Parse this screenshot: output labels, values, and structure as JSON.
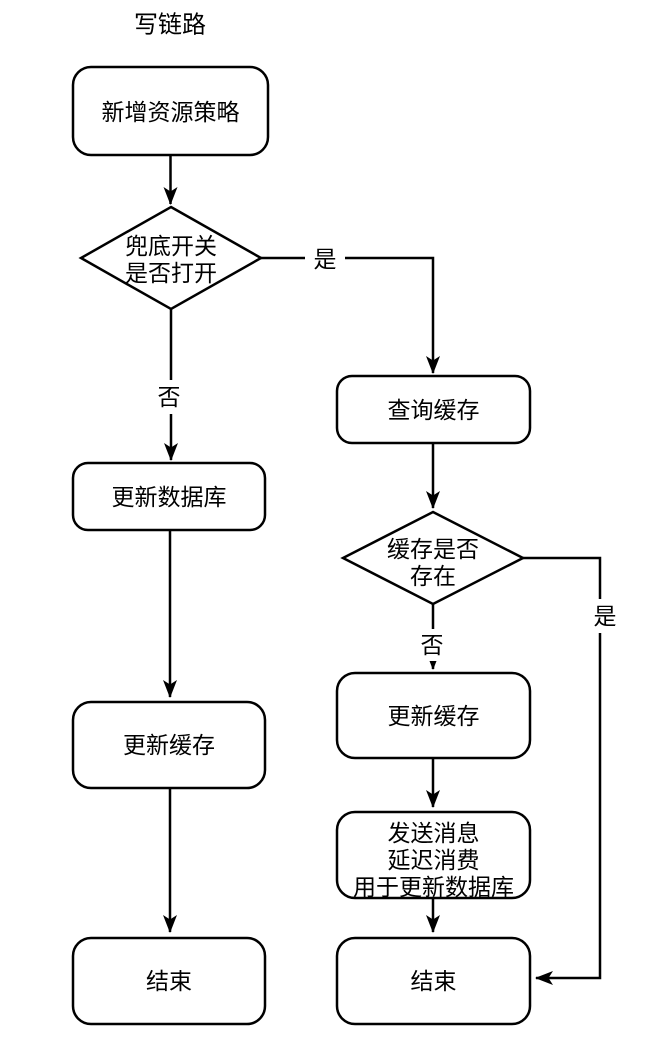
{
  "diagram": {
    "title": "写链路",
    "colors": {
      "stroke": "#000000",
      "node_fill": "#ffffff",
      "text": "#000000",
      "background": "#ffffff"
    },
    "nodes": {
      "start": {
        "type": "rounded-rect",
        "label": "新增资源策略"
      },
      "switch_decision": {
        "type": "diamond",
        "line1": "兜底开关",
        "line2": "是否打开"
      },
      "query_cache": {
        "type": "rounded-rect",
        "label": "查询缓存"
      },
      "update_db": {
        "type": "rounded-rect",
        "label": "更新数据库"
      },
      "cache_exists_decision": {
        "type": "diamond",
        "line1": "缓存是否",
        "line2": "存在"
      },
      "update_cache_left": {
        "type": "rounded-rect",
        "label": "更新缓存"
      },
      "update_cache_right": {
        "type": "rounded-rect",
        "label": "更新缓存"
      },
      "send_message": {
        "type": "rounded-rect",
        "line1": "发送消息",
        "line2": "延迟消费",
        "line3": "用于更新数据库"
      },
      "end_left": {
        "type": "rounded-rect",
        "label": "结束"
      },
      "end_right": {
        "type": "rounded-rect",
        "label": "结束"
      }
    },
    "edge_labels": {
      "switch_yes": "是",
      "switch_no": "否",
      "cache_no": "否",
      "cache_yes": "是"
    }
  }
}
